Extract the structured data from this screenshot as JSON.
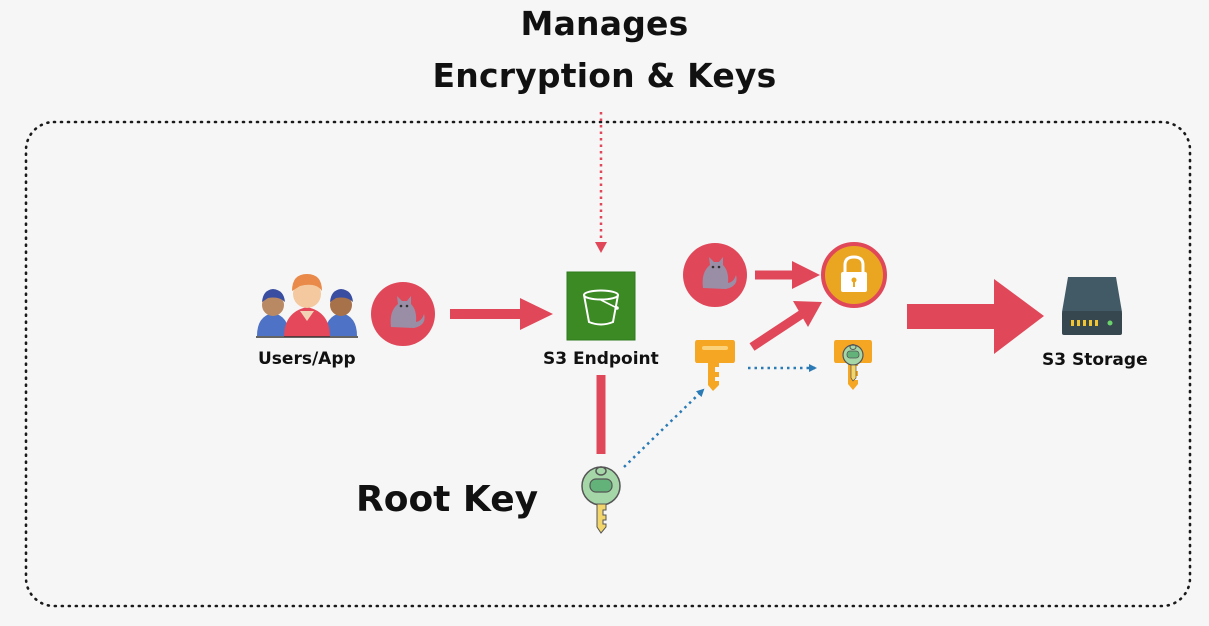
{
  "header": {
    "line1": "Manages",
    "line2": "Encryption & Keys"
  },
  "nodes": {
    "users_label": "Users/App",
    "endpoint_label": "S3 Endpoint",
    "storage_label": "S3 Storage",
    "root_key_label": "Root Key"
  },
  "icons": {
    "users": "users-group-icon",
    "cat_data": "cat-icon",
    "bucket": "s3-bucket-icon",
    "lock": "padlock-icon",
    "data_key": "key-icon",
    "encrypted_key": "encrypted-key-icon",
    "root_key": "root-key-icon",
    "storage": "storage-drive-icon"
  },
  "colors": {
    "arrow_red": "#e0485a",
    "dotted_blue": "#2a7ab5",
    "dotted_pink": "#e0485a",
    "bucket_green": "#3b8a24",
    "key_orange": "#f5a623",
    "lock_gold": "#eaa521",
    "border": "#1a1a1a"
  }
}
